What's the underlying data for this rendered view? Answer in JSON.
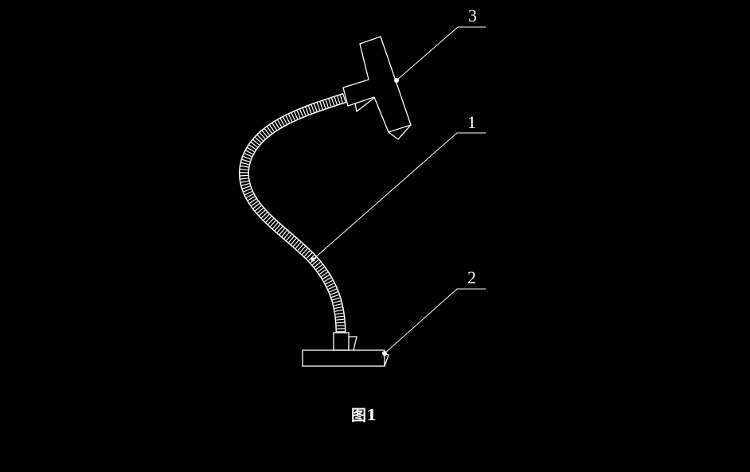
{
  "figure": {
    "caption": "图1",
    "callouts": [
      {
        "number": "1",
        "part": "flexible-hose"
      },
      {
        "number": "2",
        "part": "base"
      },
      {
        "number": "3",
        "part": "lamp-head"
      }
    ]
  },
  "colors": {
    "background": "#000000",
    "lines": "#ffffff"
  }
}
